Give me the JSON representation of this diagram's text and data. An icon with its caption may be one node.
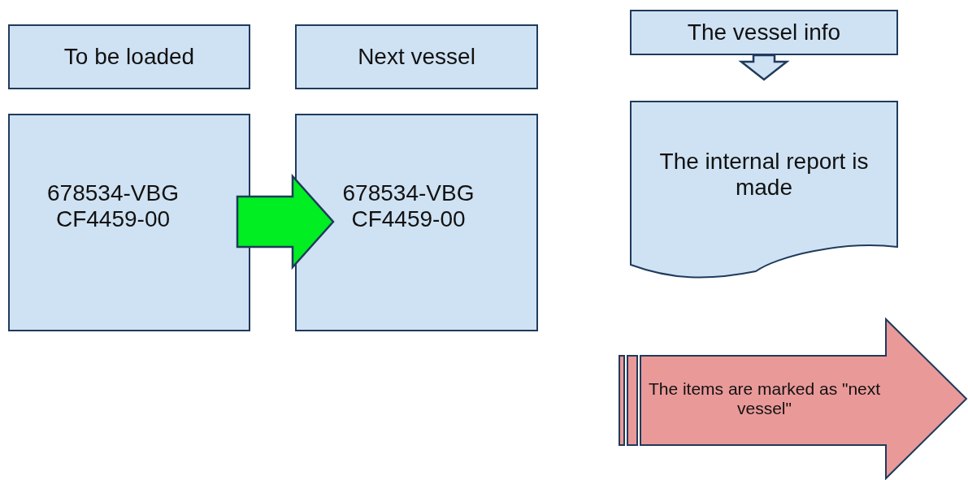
{
  "diagram": {
    "nodes": [
      {
        "text": [
          "To be loaded"
        ]
      },
      {
        "text": [
          "Next vessel"
        ]
      },
      {
        "text": [
          "678534-VBG",
          "CF4459-00"
        ]
      },
      {
        "text": [
          "678534-VBG",
          "CF4459-00"
        ]
      },
      {
        "text": [
          "The vessel info"
        ]
      },
      {
        "text": [
          "The internal report is made"
        ]
      },
      {
        "text": [
          "The items are marked as \"next vessel\""
        ]
      }
    ],
    "edges": [
      {
        "from": 2,
        "to": 3,
        "arrow": "to",
        "style": "thick",
        "color": "#00ee22"
      },
      {
        "from": 4,
        "to": 5,
        "arrow": "to",
        "style": "thick",
        "color": "#cfe2f3"
      }
    ]
  }
}
